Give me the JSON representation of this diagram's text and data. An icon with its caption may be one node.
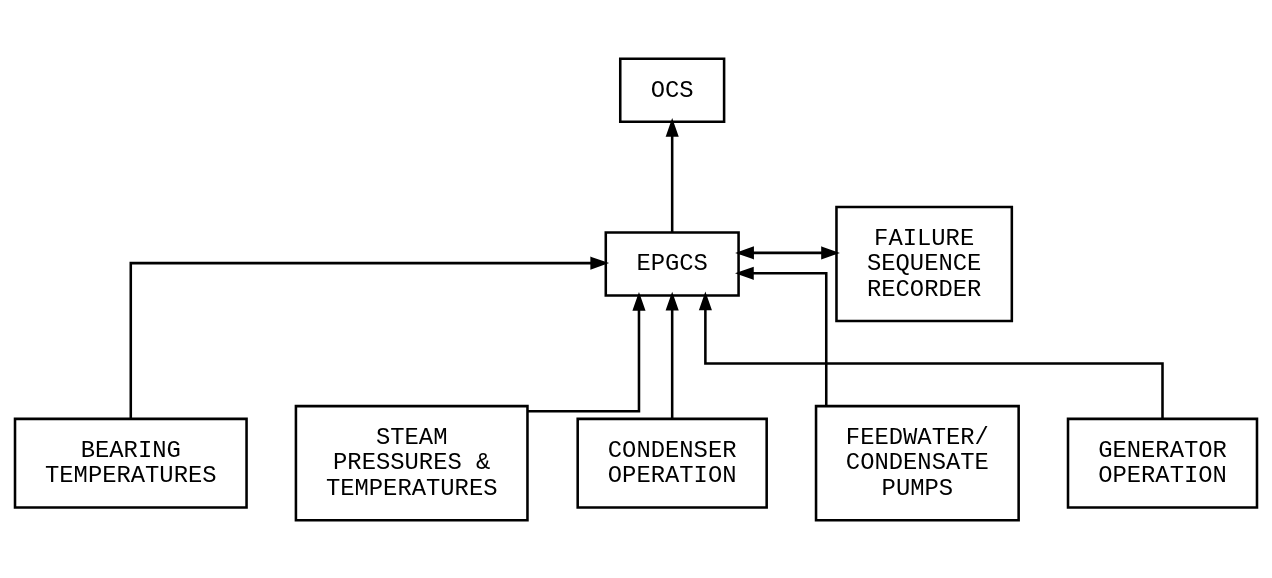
{
  "diagram": {
    "nodes": [
      {
        "text": [
          "OCS"
        ]
      },
      {
        "text": [
          "EPGCS"
        ]
      },
      {
        "text": [
          "FAILURE SEQUENCE RECORDER"
        ]
      },
      {
        "text": [
          "BEARING TEMPERATURES"
        ]
      },
      {
        "text": [
          "STEAM PRESSURES & TEMPERATURES"
        ]
      },
      {
        "text": [
          "CONDENSER OPERATION"
        ]
      },
      {
        "text": [
          "FEEDWATER/ CONDENSATE PUMPS"
        ]
      },
      {
        "text": [
          "GENERATOR OPERATION"
        ]
      }
    ],
    "edges": [
      {
        "from": 1,
        "to": 0,
        "arrow": "to"
      },
      {
        "from": 1,
        "to": 2,
        "arrow": "both"
      },
      {
        "from": 3,
        "to": 1,
        "arrow": "to"
      },
      {
        "from": 4,
        "to": 1,
        "arrow": "to"
      },
      {
        "from": 5,
        "to": 1,
        "arrow": "to"
      },
      {
        "from": 6,
        "to": 1,
        "arrow": "to"
      },
      {
        "from": 7,
        "to": 1,
        "arrow": "to"
      }
    ]
  }
}
